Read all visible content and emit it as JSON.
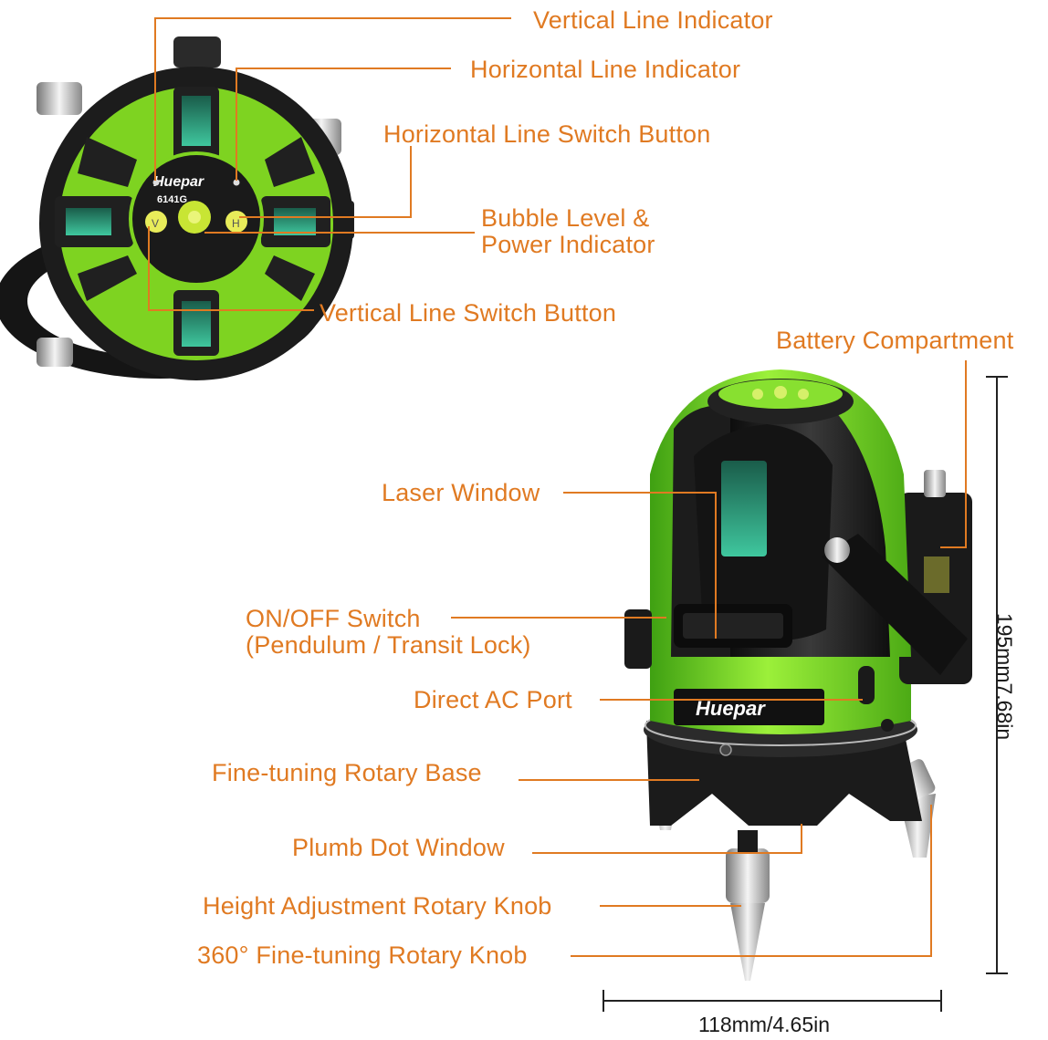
{
  "brand": "Huepar",
  "model": "6141G",
  "button_letters": {
    "vertical": "V",
    "horizontal": "H"
  },
  "callouts": {
    "vertical_line_indicator": "Vertical Line Indicator",
    "horizontal_line_indicator": "Horizontal Line Indicator",
    "horizontal_line_switch_button": "Horizontal Line Switch Button",
    "bubble_level_line1": "Bubble Level &",
    "bubble_level_line2": "Power Indicator",
    "vertical_line_switch_button": "Vertical Line Switch Button",
    "battery_compartment": "Battery Compartment",
    "laser_window": "Laser Window",
    "on_off_line1": "ON/OFF Switch",
    "on_off_line2": "(Pendulum / Transit Lock)",
    "direct_ac_port": "Direct AC Port",
    "fine_tuning_rotary_base": "Fine-tuning Rotary Base",
    "plumb_dot_window": "Plumb Dot Window",
    "height_adjustment_rotary_knob": "Height Adjustment Rotary Knob",
    "fine_tuning_360_knob": "360° Fine-tuning Rotary Knob"
  },
  "dimensions": {
    "height": "195mm7.68in",
    "width": "118mm/4.65in"
  },
  "colors": {
    "label": "#e07a22",
    "body_green": "#7ed321",
    "body_black": "#1e1e1e",
    "laser_window": "#2ea78a"
  }
}
